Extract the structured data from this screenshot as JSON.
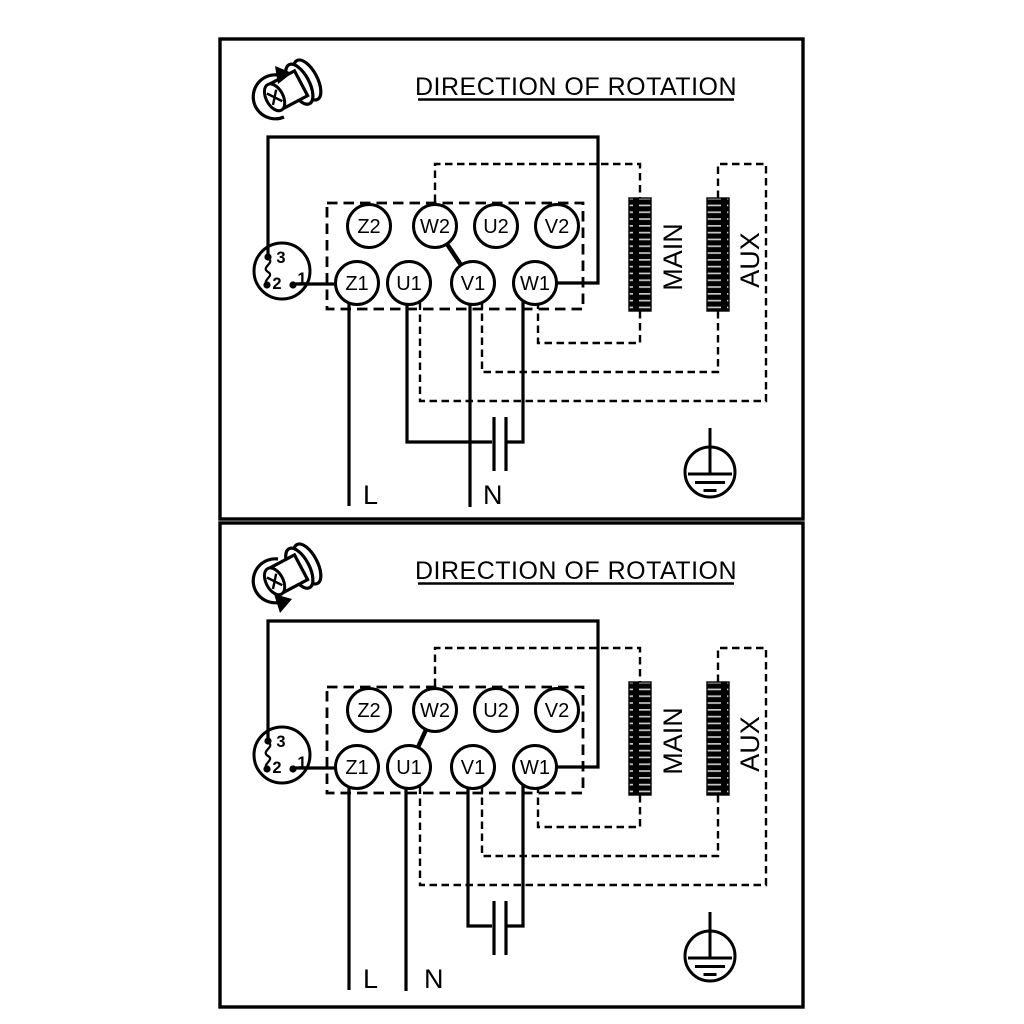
{
  "page": {
    "paper_color": "#ffffff",
    "ink_color": "#000000"
  },
  "panels": [
    {
      "title": "DIRECTION OF ROTATION",
      "rotation": "counterclockwise",
      "bridge": "W2-V1",
      "terminals_top": [
        "Z2",
        "W2",
        "U2",
        "V2"
      ],
      "terminals_bottom": [
        "Z1",
        "U1",
        "V1",
        "W1"
      ],
      "selector": [
        "3",
        "2",
        "1"
      ],
      "windings": {
        "main": "MAIN",
        "aux": "AUX"
      },
      "supply": {
        "line": "L",
        "neutral": "N"
      }
    },
    {
      "title": "DIRECTION OF ROTATION",
      "rotation": "clockwise",
      "bridge": "W2-U1",
      "terminals_top": [
        "Z2",
        "W2",
        "U2",
        "V2"
      ],
      "terminals_bottom": [
        "Z1",
        "U1",
        "V1",
        "W1"
      ],
      "selector": [
        "3",
        "2",
        "1"
      ],
      "windings": {
        "main": "MAIN",
        "aux": "AUX"
      },
      "supply": {
        "line": "L",
        "neutral": "N"
      }
    }
  ]
}
